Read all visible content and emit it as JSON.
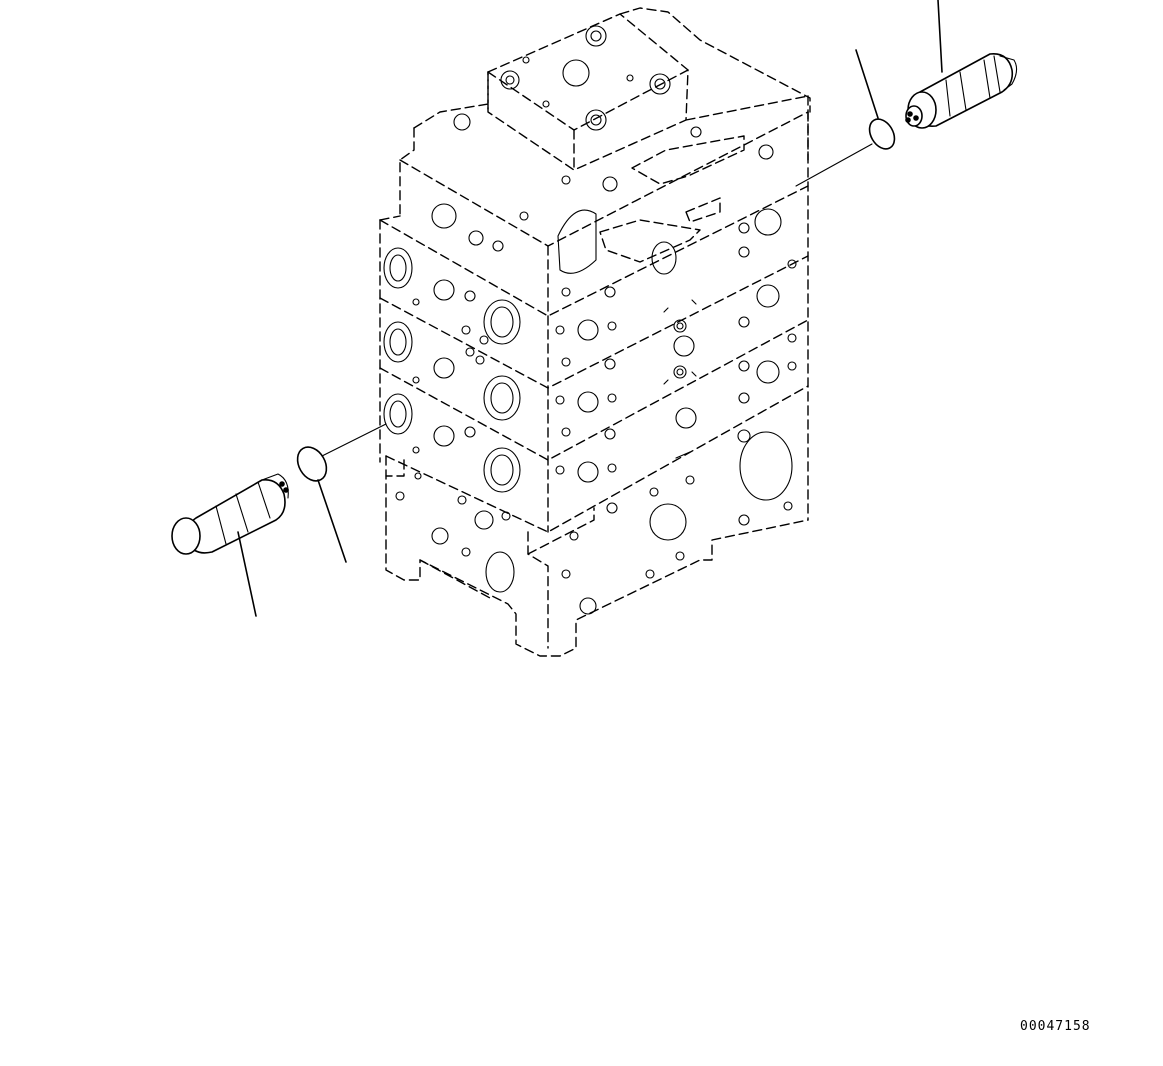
{
  "drawing": {
    "number": "00047158",
    "components": [
      "control-valve-block",
      "relief-valve-right",
      "o-ring-right",
      "relief-valve-left",
      "o-ring-left"
    ]
  },
  "colors": {
    "line": "#000000",
    "background": "#ffffff"
  }
}
